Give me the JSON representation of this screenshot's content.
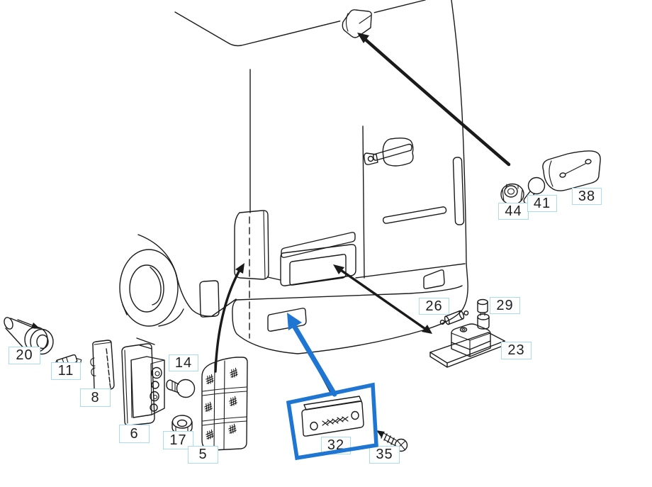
{
  "diagram": {
    "kind": "exploded-parts-line-drawing",
    "subject": "van-rear-lamps"
  },
  "colors": {
    "background": "#ffffff",
    "line": "#1a1a1a",
    "highlight": "#1e76d2",
    "label_border": "#a9dcee"
  },
  "labels": [
    {
      "text": "20"
    },
    {
      "text": "11"
    },
    {
      "text": "8"
    },
    {
      "text": "6"
    },
    {
      "text": "17"
    },
    {
      "text": "5"
    },
    {
      "text": "14"
    },
    {
      "text": "32"
    },
    {
      "text": "35"
    },
    {
      "text": "26"
    },
    {
      "text": "29"
    },
    {
      "text": "23"
    },
    {
      "text": "44"
    },
    {
      "text": "41"
    },
    {
      "text": "38"
    }
  ],
  "highlight": {
    "target_label": "32"
  }
}
